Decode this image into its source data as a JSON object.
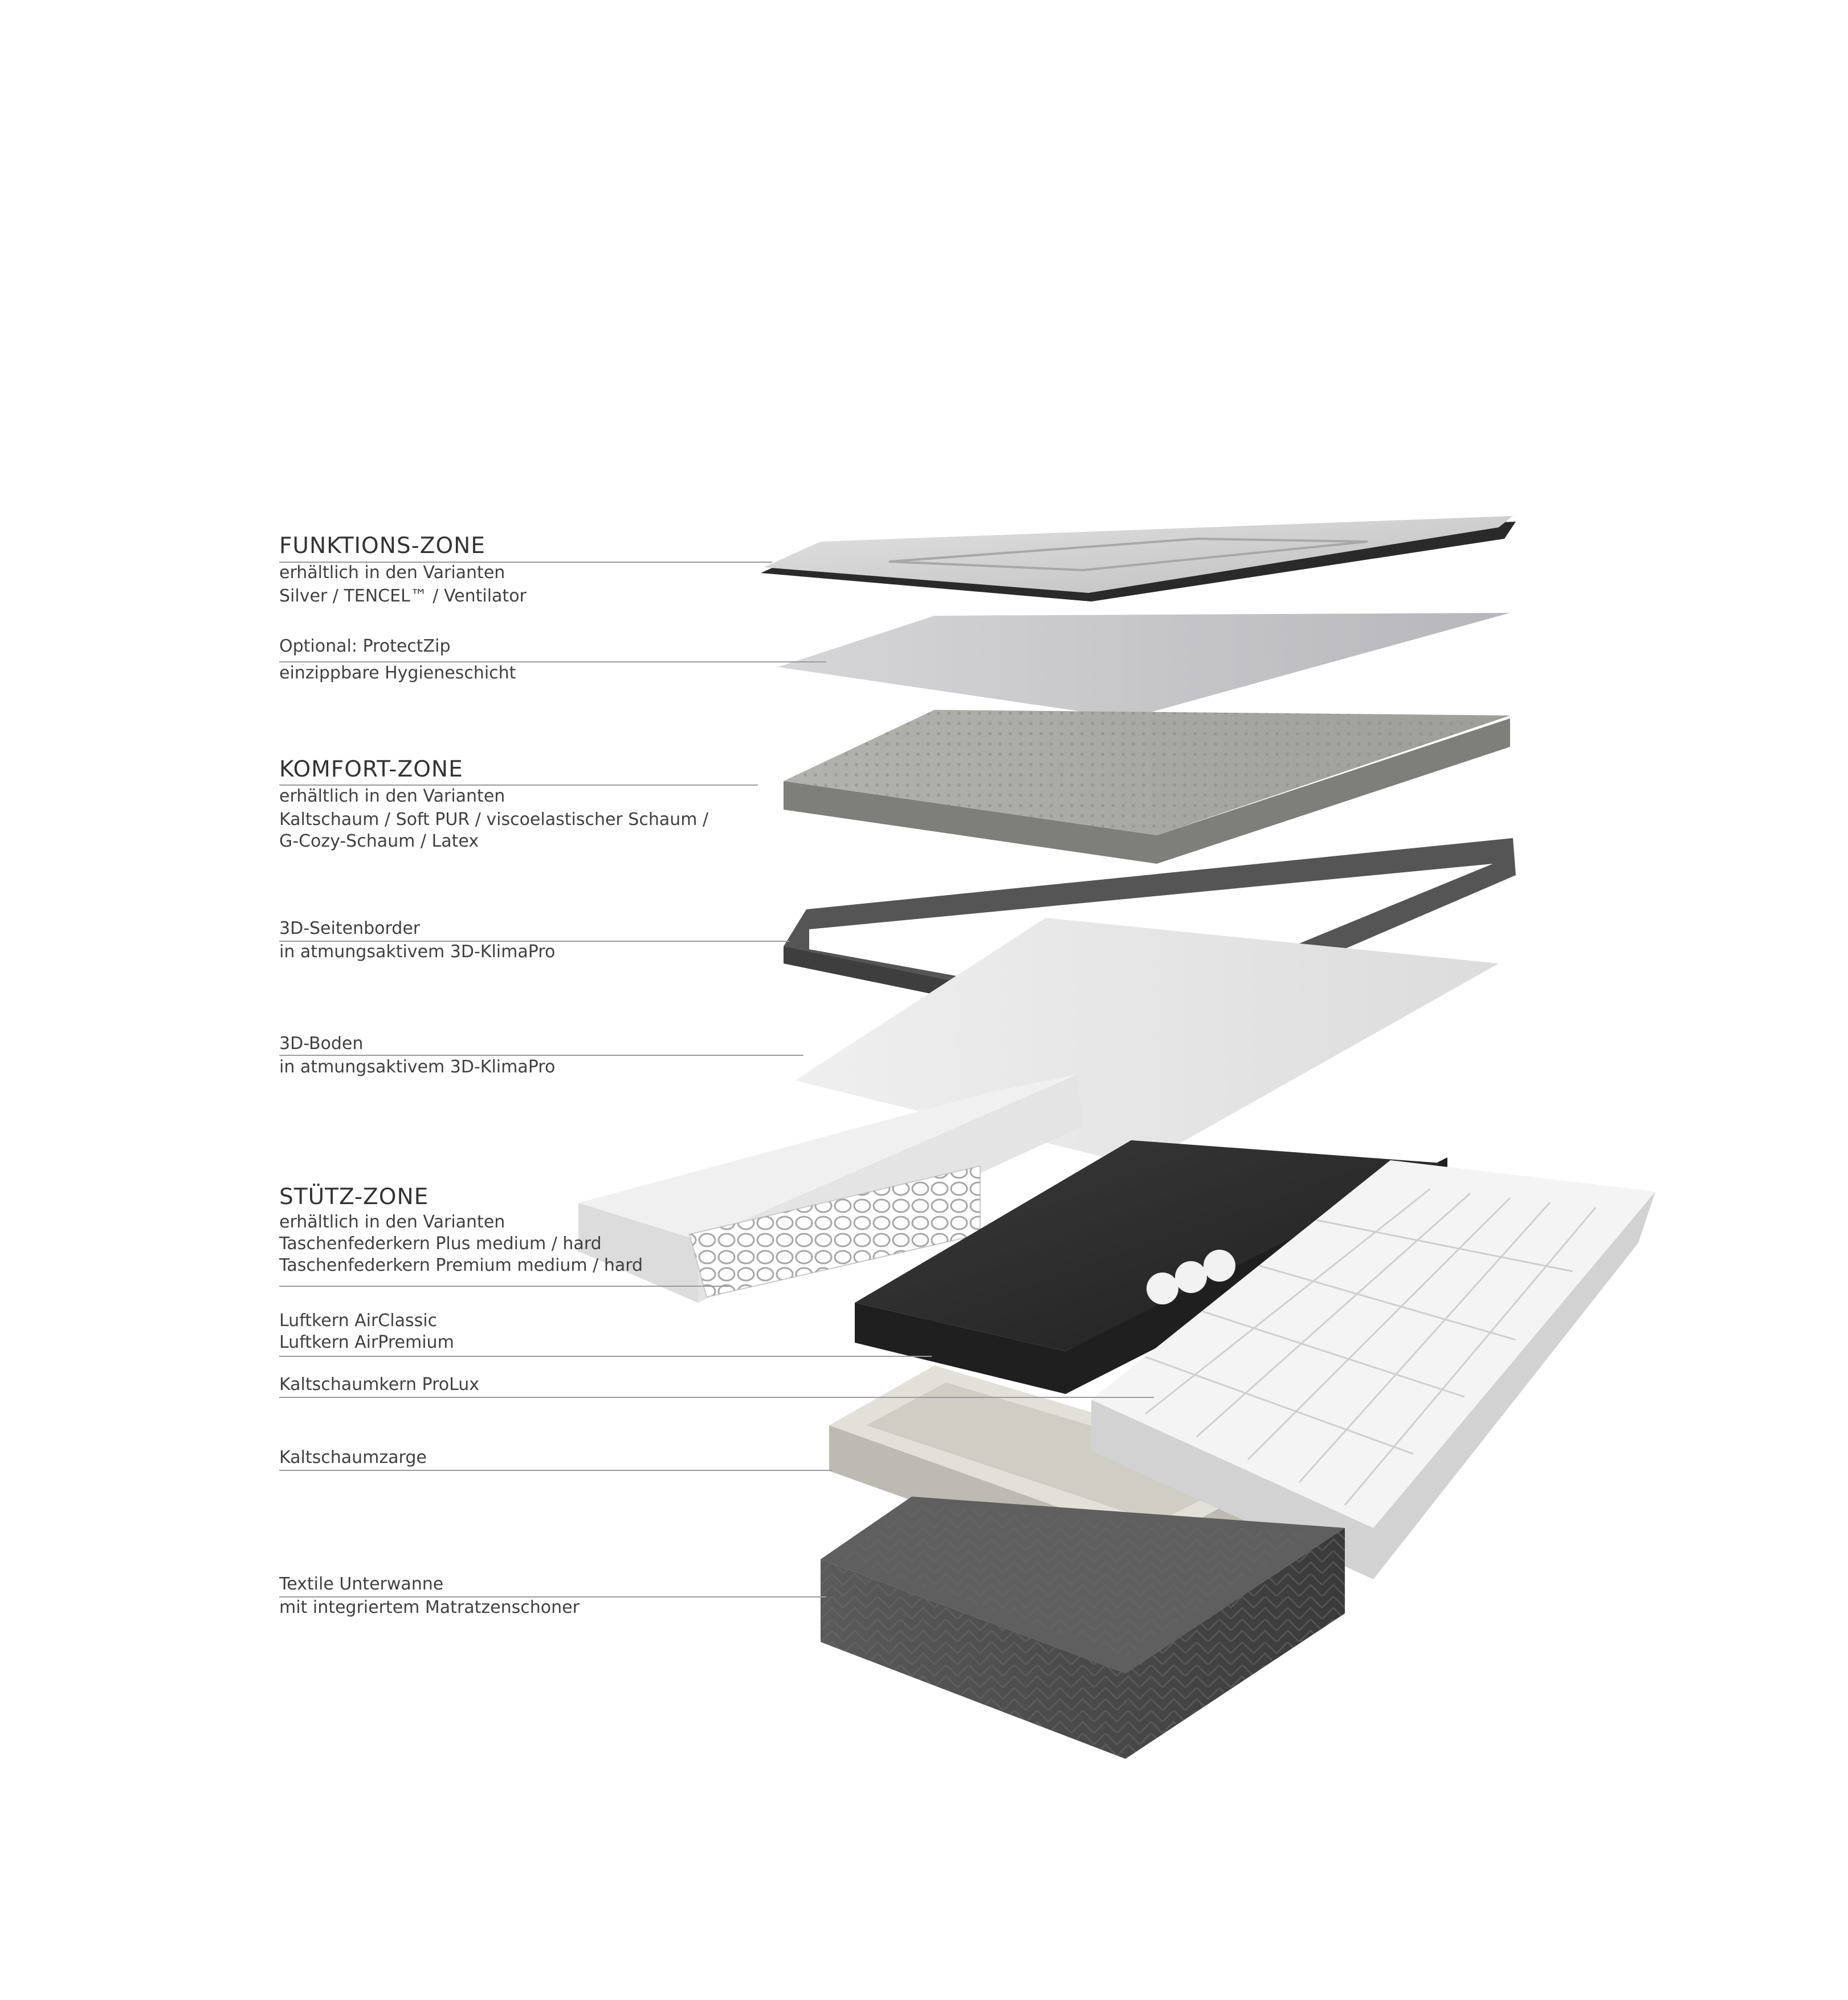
{
  "labels": [
    {
      "id": "funktions",
      "heading": "FUNKTIONS-ZONE",
      "lines": [
        "erhältlich in den Varianten",
        "Silver / TENCEL™ / Ventilator"
      ]
    },
    {
      "id": "protectzip",
      "heading": "",
      "lines": [
        "Optional: ProtectZip",
        "einzippbare Hygieneschicht"
      ]
    },
    {
      "id": "komfort",
      "heading": "KOMFORT-ZONE",
      "lines": [
        "erhältlich in den Varianten",
        "Kaltschaum / Soft PUR / viscoelastischer Schaum /",
        "G-Cozy-Schaum / Latex"
      ]
    },
    {
      "id": "seitenborder",
      "heading": "",
      "lines": [
        "3D-Seitenborder",
        "in atmungsaktivem 3D-KlimaPro"
      ]
    },
    {
      "id": "boden",
      "heading": "",
      "lines": [
        "3D-Boden",
        "in atmungsaktivem 3D-KlimaPro"
      ]
    },
    {
      "id": "stuetz",
      "heading": "STÜTZ-ZONE",
      "lines": [
        "erhältlich in den Varianten",
        "Taschenfederkern Plus medium / hard",
        "Taschenfederkern Premium medium / hard"
      ]
    },
    {
      "id": "luftkern",
      "heading": "",
      "lines": [
        "Luftkern AirClassic",
        "Luftkern AirPremium"
      ]
    },
    {
      "id": "prolux",
      "heading": "",
      "lines": [
        "Kaltschaumkern ProLux"
      ]
    },
    {
      "id": "zarge",
      "heading": "",
      "lines": [
        "Kaltschaumzarge"
      ]
    },
    {
      "id": "unterwanne",
      "heading": "",
      "lines": [
        "Textile Unterwanne",
        "mit integriertem Matratzenschoner"
      ]
    }
  ],
  "colors": {
    "text": "#3a3a3a",
    "leader": "#9a9a9a",
    "top_cover": "#d2d2d2",
    "protect_sheet": "#c9c9cc",
    "comfort_foam": "#a9a9a6",
    "border_frame": "#555555",
    "boden_sheet": "#e4e4e4",
    "spring_core": "#ececec",
    "air_core": "#2e2e2e",
    "prolux_core": "#f0f0f0",
    "zarge": "#d8d6cf",
    "unterwanne": "#4b4b4b"
  }
}
